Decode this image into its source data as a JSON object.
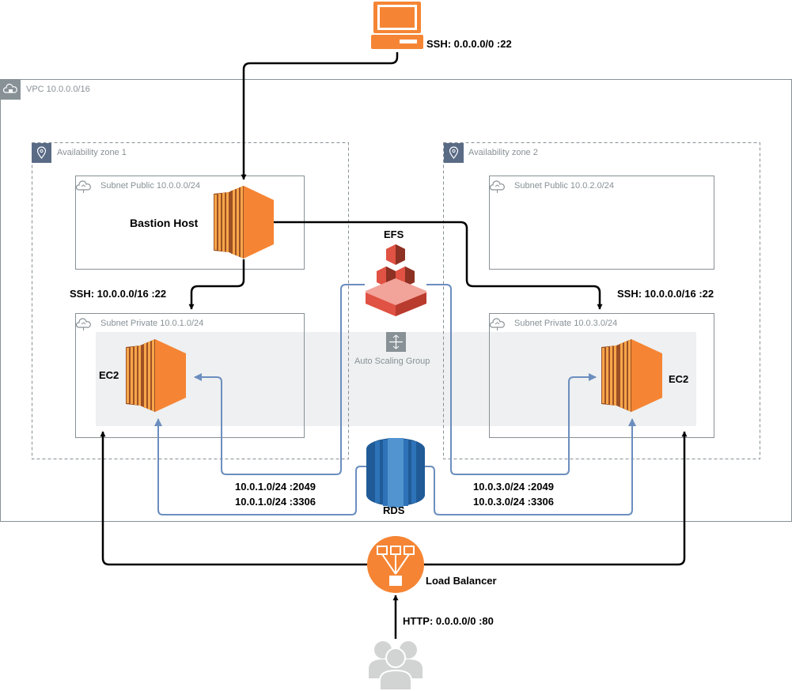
{
  "vpc": {
    "label": "VPC 10.0.0.0/16",
    "icon": "vpc-lock-cloud-icon"
  },
  "zones": [
    {
      "label": "Availability zone 1",
      "icon": "location-pin-icon"
    },
    {
      "label": "Availability zone 2",
      "icon": "location-pin-icon"
    }
  ],
  "subnets": {
    "public1": "Subnet Public 10.0.0.0/24",
    "public2": "Subnet Public 10.0.2.0/24",
    "private1": "Subnet Private 10.0.1.0/24",
    "private2": "Subnet Private 10.0.3.0/24"
  },
  "asg": {
    "label": "Auto Scaling Group",
    "icon": "auto-scaling-icon"
  },
  "nodes": {
    "bastion": "Bastion Host",
    "efs": "EFS",
    "ec2_left": "EC2",
    "ec2_right": "EC2",
    "rds": "RDS",
    "lb": "Load Balancer"
  },
  "edge_labels": {
    "ssh_internet": "SSH: 0.0.0.0/0 :22",
    "ssh_left": "SSH: 10.0.0.0/16 :22",
    "ssh_right": "SSH: 10.0.0.0/16 :22",
    "left_efs": "10.0.1.0/24 :2049",
    "left_rds": "10.0.1.0/24 :3306",
    "right_efs": "10.0.3.0/24 :2049",
    "right_rds": "10.0.3.0/24 :3306",
    "http": "HTTP: 0.0.0.0/0 :80"
  },
  "icons": {
    "client": "laptop-client-icon",
    "users": "users-group-icon",
    "ec2": "ec2-instance-icon",
    "efs": "efs-storage-icon",
    "rds": "rds-database-icon",
    "lb": "load-balancer-icon"
  },
  "colors": {
    "aws_orange": "#F58534",
    "ec2_light": "#F7A64A",
    "ec2_dark": "#9D5025",
    "efs_red": "#E05243",
    "rds_blue": "#2E73B8",
    "blue_arrow": "#6C8EBF",
    "group_border": "#879196",
    "asg_fill": "#EEF0F1",
    "users_gray": "#D2D3D3"
  }
}
